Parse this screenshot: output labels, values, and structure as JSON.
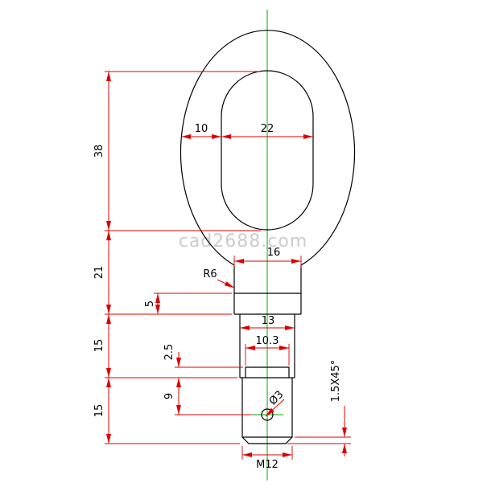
{
  "watermark": {
    "text": "cad2688.com"
  },
  "colors": {
    "outline": "#000000",
    "dimension": "#dd0000",
    "centerline": "#00aa00",
    "watermark": "#cccccc",
    "background": "#ffffff"
  },
  "dims": {
    "eye_wall_thickness": "10",
    "eye_inner_width": "22",
    "eye_inner_height": "38",
    "eye_to_collar_height": "21",
    "neck_width": "16",
    "neck_fillet_radius": "R6",
    "collar_height": "5",
    "shank_diameter": "13",
    "undercut_diameter": "10.3",
    "undercut_height": "2.5",
    "shank_length": "15",
    "thread_length": "15",
    "hole_depth": "9",
    "hole_diameter": "Ø3",
    "chamfer": "1.5X45°",
    "thread_spec": "M12"
  }
}
